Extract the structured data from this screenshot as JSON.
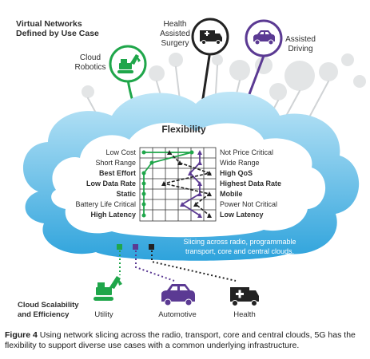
{
  "header": {
    "title_line1": "Virtual Networks",
    "title_line2": "Defined by Use Case"
  },
  "use_cases": [
    {
      "label_lines": [
        "Cloud",
        "Robotics"
      ],
      "icon": "excavator-icon",
      "color": "#1fa64a"
    },
    {
      "label_lines": [
        "Health",
        "Assisted",
        "Surgery"
      ],
      "icon": "ambulance-icon",
      "color": "#222222"
    },
    {
      "label_lines": [
        "Assisted",
        "Driving"
      ],
      "icon": "car-icon",
      "color": "#5b3a93"
    }
  ],
  "cloud": {
    "title": "Flexibility",
    "left_labels": [
      {
        "text": "Low Cost",
        "bold": false
      },
      {
        "text": "Short Range",
        "bold": false
      },
      {
        "text": "Best Effort",
        "bold": true
      },
      {
        "text": "Low Data Rate",
        "bold": true
      },
      {
        "text": "Static",
        "bold": true
      },
      {
        "text": "Battery Life Critical",
        "bold": false
      },
      {
        "text": "High Latency",
        "bold": true
      }
    ],
    "right_labels": [
      {
        "text": "Not Price Critical",
        "bold": false
      },
      {
        "text": "Wide Range",
        "bold": false
      },
      {
        "text": "High QoS",
        "bold": true
      },
      {
        "text": "Highest Data Rate",
        "bold": true
      },
      {
        "text": "Mobile",
        "bold": true
      },
      {
        "text": "Power Not Critical",
        "bold": false
      },
      {
        "text": "Low Latency",
        "bold": true
      }
    ],
    "slicing_line1": "Slicing across radio, programmable",
    "slicing_line2": "transport, core and central clouds."
  },
  "bottom": {
    "title_line1": "Cloud Scalability",
    "title_line2": "and Efficiency",
    "items": [
      {
        "label": "Utility",
        "icon": "excavator-icon",
        "color": "#1fa64a"
      },
      {
        "label": "Automotive",
        "icon": "car-icon",
        "color": "#5b3a93"
      },
      {
        "label": "Health",
        "icon": "ambulance-icon",
        "color": "#222222"
      }
    ]
  },
  "caption": {
    "label": "Figure 4",
    "text": " Using network slicing across the radio, transport, core and central clouds, 5G has the flexibility to support diverse use cases with a common underlying infrastructure."
  },
  "colors": {
    "cloud_blue": "#2ea3dc",
    "cloud_light": "#bfe6f7",
    "sky_bg": "#d9eef8",
    "bubble": "#e3e5e6",
    "green": "#1fa64a",
    "purple": "#5b3a93",
    "dark": "#222222"
  }
}
